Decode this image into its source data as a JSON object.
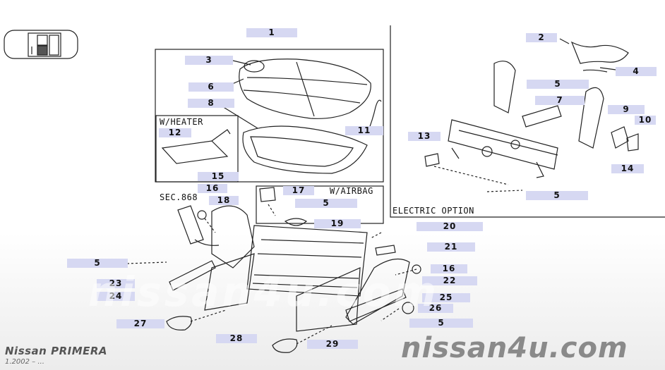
{
  "callouts": [
    {
      "id": "c1",
      "text": "1"
    },
    {
      "id": "c2",
      "text": "2"
    },
    {
      "id": "c3",
      "text": "3"
    },
    {
      "id": "c4",
      "text": "4"
    },
    {
      "id": "c5a",
      "text": "5"
    },
    {
      "id": "c5b",
      "text": "5"
    },
    {
      "id": "c5c",
      "text": "5"
    },
    {
      "id": "c5d",
      "text": "5"
    },
    {
      "id": "c5e",
      "text": "5"
    },
    {
      "id": "c6",
      "text": "6"
    },
    {
      "id": "c7",
      "text": "7"
    },
    {
      "id": "c8",
      "text": "8"
    },
    {
      "id": "c9",
      "text": "9"
    },
    {
      "id": "c10",
      "text": "10"
    },
    {
      "id": "c11",
      "text": "11"
    },
    {
      "id": "c12",
      "text": "12"
    },
    {
      "id": "c13",
      "text": "13"
    },
    {
      "id": "c14",
      "text": "14"
    },
    {
      "id": "c15",
      "text": "15"
    },
    {
      "id": "c16a",
      "text": "16"
    },
    {
      "id": "c16b",
      "text": "16"
    },
    {
      "id": "c17",
      "text": "17"
    },
    {
      "id": "c18",
      "text": "18"
    },
    {
      "id": "c19",
      "text": "19"
    },
    {
      "id": "c20",
      "text": "20"
    },
    {
      "id": "c21",
      "text": "21"
    },
    {
      "id": "c22",
      "text": "22"
    },
    {
      "id": "c23",
      "text": "23"
    },
    {
      "id": "c24",
      "text": "24"
    },
    {
      "id": "c25",
      "text": "25"
    },
    {
      "id": "c26",
      "text": "26"
    },
    {
      "id": "c27",
      "text": "27"
    },
    {
      "id": "c28",
      "text": "28"
    },
    {
      "id": "c29",
      "text": "29"
    }
  ],
  "labels": {
    "w_heater": "W/HEATER",
    "w_airbag": "W/AIRBAG",
    "sec_868": "SEC.868",
    "electric_option": "ELECTRIC OPTION"
  },
  "watermark": {
    "site": "nissan4u.com",
    "ghost": "nissan4u.com"
  },
  "brand": {
    "model": "Nissan  PRIMERA",
    "date": "1.2002 – ..."
  },
  "colors": {
    "callout_bg": "#d6d8f2",
    "line": "#222222",
    "watermark": "#8a8a8a"
  }
}
